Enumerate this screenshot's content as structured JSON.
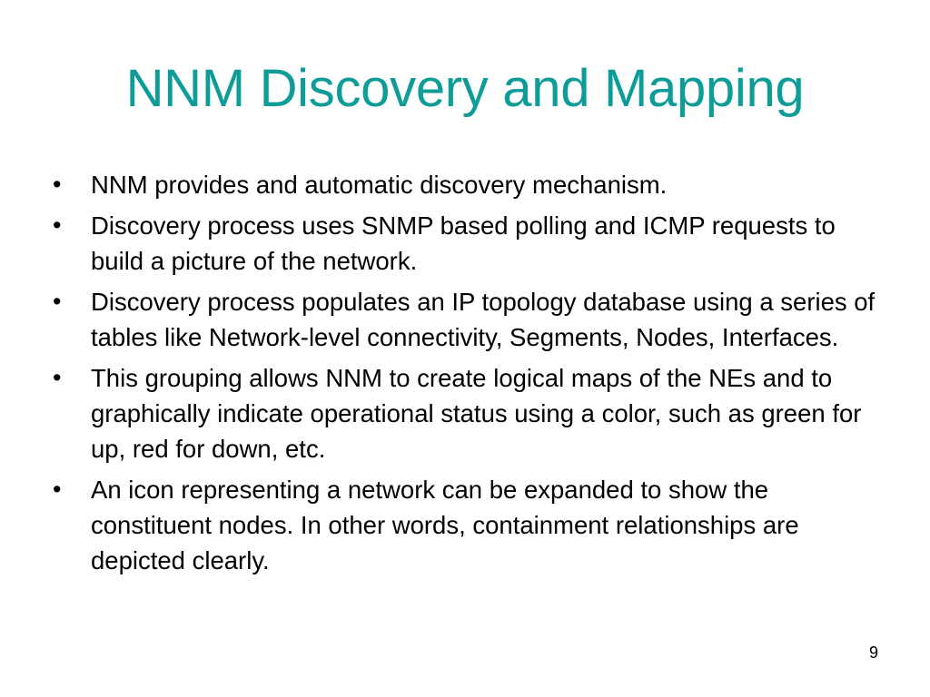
{
  "slide": {
    "title": "NNM Discovery and Mapping",
    "title_color": "#0e9c99",
    "text_color": "#000000",
    "bullet_glyph": "•",
    "bullets": [
      "NNM provides and automatic discovery mechanism.",
      "Discovery process uses SNMP based polling and ICMP requests to build a picture of the network.",
      "Discovery process populates an IP topology database using a series of tables like Network-level connectivity, Segments, Nodes, Interfaces.",
      "This grouping allows NNM to create logical maps of the NEs and to graphically indicate operational status using a color, such as green for up, red for down, etc.",
      "An icon representing a network can be expanded to show the constituent nodes. In other words, containment relationships are depicted clearly."
    ],
    "page_number": "9"
  }
}
